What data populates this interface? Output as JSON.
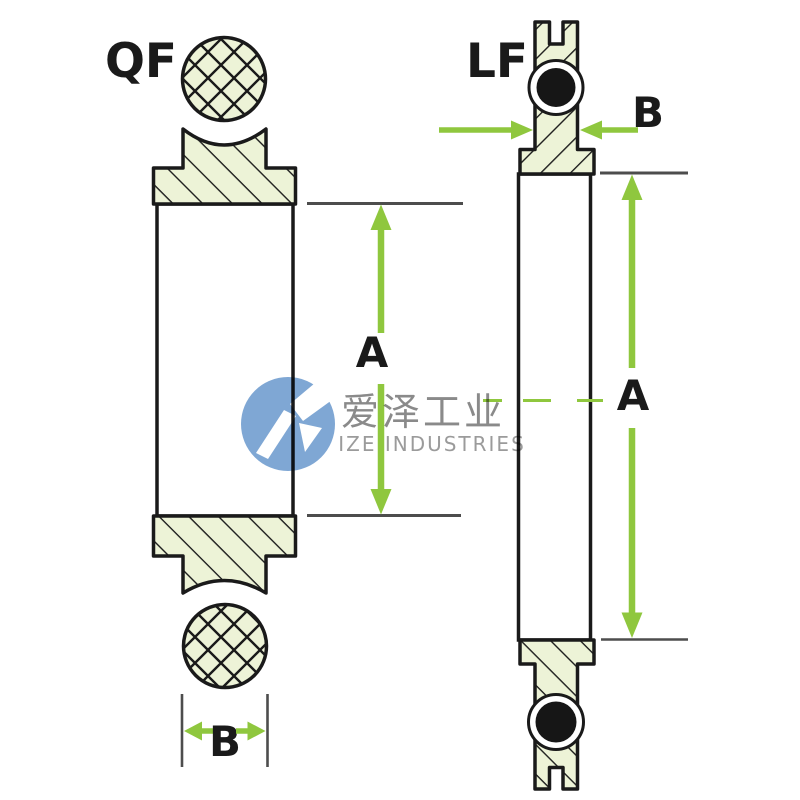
{
  "document": {
    "type": "technical-cross-section-diagram",
    "description": "Cross sections of QF and LF vacuum flange fittings with O-rings and A/B dimension callouts"
  },
  "qf_view": {
    "title": "QF",
    "dim_vertical": "A",
    "dim_horizontal": "B"
  },
  "lf_view": {
    "title": "LF",
    "dim_vertical": "A",
    "dim_horizontal": "B"
  },
  "watermark": {
    "logo": "ize-industries-logo",
    "name_cn": "爱泽工业",
    "name_en": "IZE INDUSTRIES"
  },
  "colors": {
    "accent_green": "#8fc73e",
    "hatch_fill": "#edf3d7",
    "outline_black": "#1a1a1a",
    "extension_gray": "#4d4d4d",
    "oring_black": "#161616",
    "logo_blue": "#7fa7d4",
    "watermark_cn_gray": "#8a8a8a",
    "watermark_en_gray": "#9b9b9b"
  }
}
